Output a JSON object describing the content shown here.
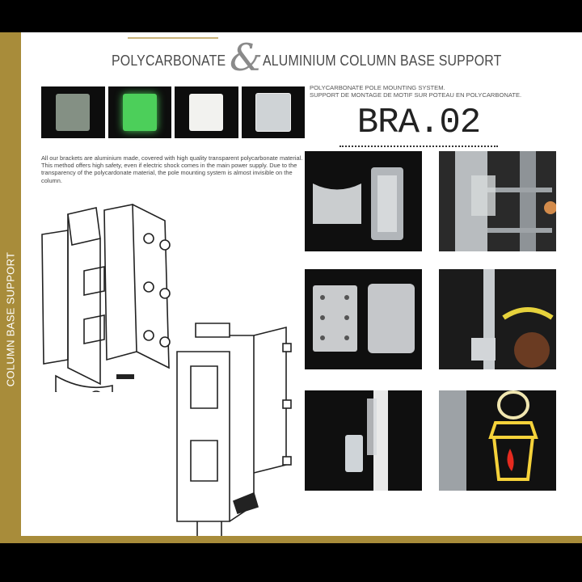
{
  "header": {
    "title_left": "POLYCARBONATE",
    "ampersand": "&",
    "title_right": "ALUMINIUM COLUMN BASE SUPPORT"
  },
  "sidebar": {
    "label": "COLUMN BASE SUPPORT"
  },
  "description": "All our brackets are aluminium made, covered with high quality transparent polycarbonate material. This method offers high safety, even if electric shock comes in the main power supply. Due to the transparency of the polycardonate material, the pole mounting system is almost invisible on the column.",
  "subtitle": {
    "en": "POLYCARBONATE POLE MOUNTING SYSTEM.",
    "fr": "SUPPORT DE MONTAGE DE MOTIF SUR POTEAU EN POLYCARBONATE."
  },
  "product_code": "BRA.02",
  "colors": {
    "gold": "#a88c3a",
    "green_glow": "#4ccf5a"
  },
  "thumbnails": [
    {
      "name": "clear-glow-bracket",
      "color": "#9aa89a"
    },
    {
      "name": "green-glow-bracket",
      "color": "#4ccf5a"
    },
    {
      "name": "white-bracket",
      "color": "#f2f2ef"
    },
    {
      "name": "transparent-bracket",
      "color": "#cfd3d6"
    }
  ]
}
